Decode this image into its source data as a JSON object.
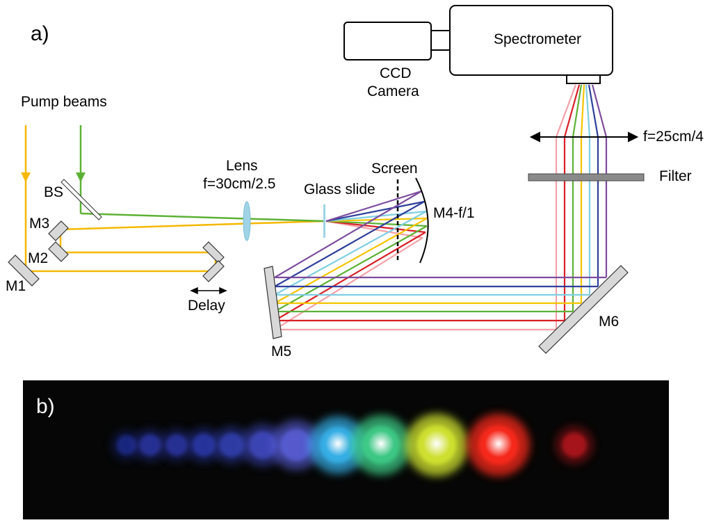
{
  "panel_a_label": "a)",
  "panel_b_label": "b)",
  "labels": {
    "pump_beams": "Pump beams",
    "bs": "BS",
    "m1": "M1",
    "m2": "M2",
    "m3": "M3",
    "delay": "Delay",
    "lens": "Lens",
    "lens_focal": "f=30cm/2.5",
    "glass_slide": "Glass slide",
    "screen": "Screen",
    "m4": "M4-f/1",
    "m5": "M5",
    "m6": "M6",
    "ccd_line1": "CCD",
    "ccd_line2": "Camera",
    "spectrometer": "Spectrometer",
    "lens2_focal": "f=25cm/4",
    "filter": "Filter"
  },
  "colors": {
    "pump_yellow": "#f5b800",
    "pump_green": "#5cb135",
    "spectrum": [
      "#f4a0a8",
      "#d91f26",
      "#5cb135",
      "#f5c400",
      "#7ecfe3",
      "#2e3f9b",
      "#7d4c9e"
    ],
    "mirror_fill": "#d8d8d8",
    "lens_fill": "#9fd3e6",
    "filter_fill": "#8a8a8a"
  },
  "photo_spots": [
    {
      "color": "#1f2a8a",
      "brightness": 0.35
    },
    {
      "color": "#2a35a0",
      "brightness": 0.4
    },
    {
      "color": "#2a35a0",
      "brightness": 0.4
    },
    {
      "color": "#2c38a8",
      "brightness": 0.45
    },
    {
      "color": "#3040b0",
      "brightness": 0.5
    },
    {
      "color": "#3f4ac0",
      "brightness": 0.6
    },
    {
      "color": "#5a5ed8",
      "brightness": 0.75
    },
    {
      "color": "#39b6f0",
      "brightness": 0.9
    },
    {
      "color": "#3fd08a",
      "brightness": 0.95
    },
    {
      "color": "#d6e830",
      "brightness": 1.0
    },
    {
      "color": "#ff2a1e",
      "brightness": 1.0
    },
    {
      "color": "#b2121a",
      "brightness": 0.5
    }
  ]
}
